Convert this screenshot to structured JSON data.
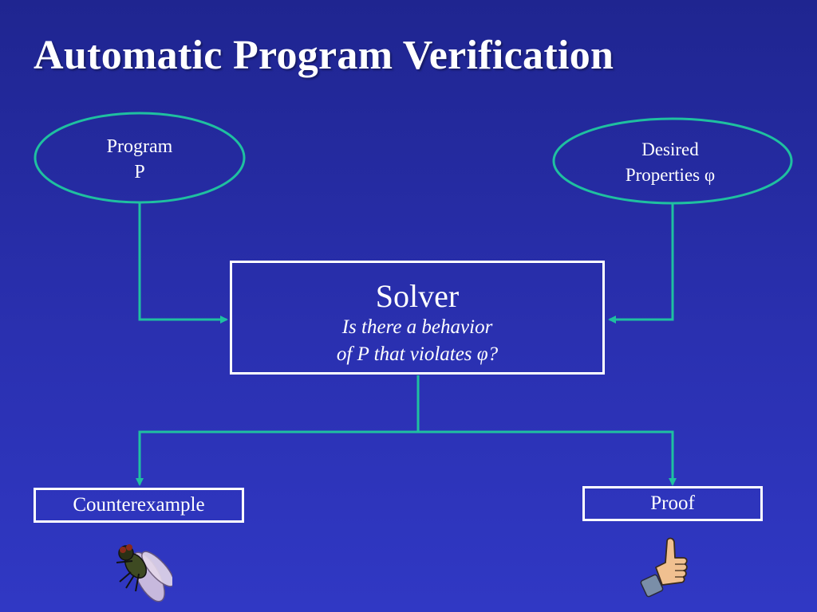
{
  "title": "Automatic Program Verification",
  "program": {
    "line1": "Program",
    "line2": "P"
  },
  "properties": {
    "line1": "Desired",
    "line2": "Properties φ"
  },
  "solver": {
    "title": "Solver",
    "question_line1": "Is there a behavior",
    "question_line2": "of P that violates φ?"
  },
  "outputs": {
    "counterexample": "Counterexample",
    "proof": "Proof"
  },
  "icons": {
    "counterexample": "fly-bug-icon",
    "proof": "thumbs-up-icon"
  },
  "colors": {
    "background": "#2a30b0",
    "connector": "#1fc0a0",
    "text": "#ffffff"
  }
}
